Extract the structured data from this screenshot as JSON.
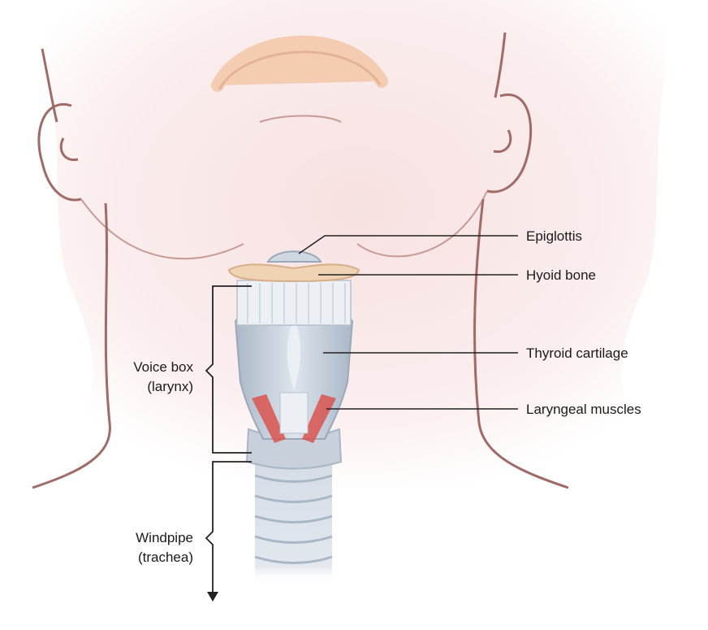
{
  "labels": {
    "epiglottis": "Epiglottis",
    "hyoid_bone": "Hyoid bone",
    "thyroid_cartilage": "Thyroid cartilage",
    "laryngeal_muscles": "Laryngeal muscles",
    "voice_box_line1": "Voice box",
    "voice_box_line2": "(larynx)",
    "windpipe_line1": "Windpipe",
    "windpipe_line2": "(trachea)"
  },
  "colors": {
    "skin": "#fbeeee",
    "skin_outline": "#a06a66",
    "bone": "#f0d2b4",
    "cartilage": "#d3dbe5",
    "cartilage_dark": "#a9b6c6",
    "muscle": "#d9534f",
    "leader_line": "#222222"
  }
}
